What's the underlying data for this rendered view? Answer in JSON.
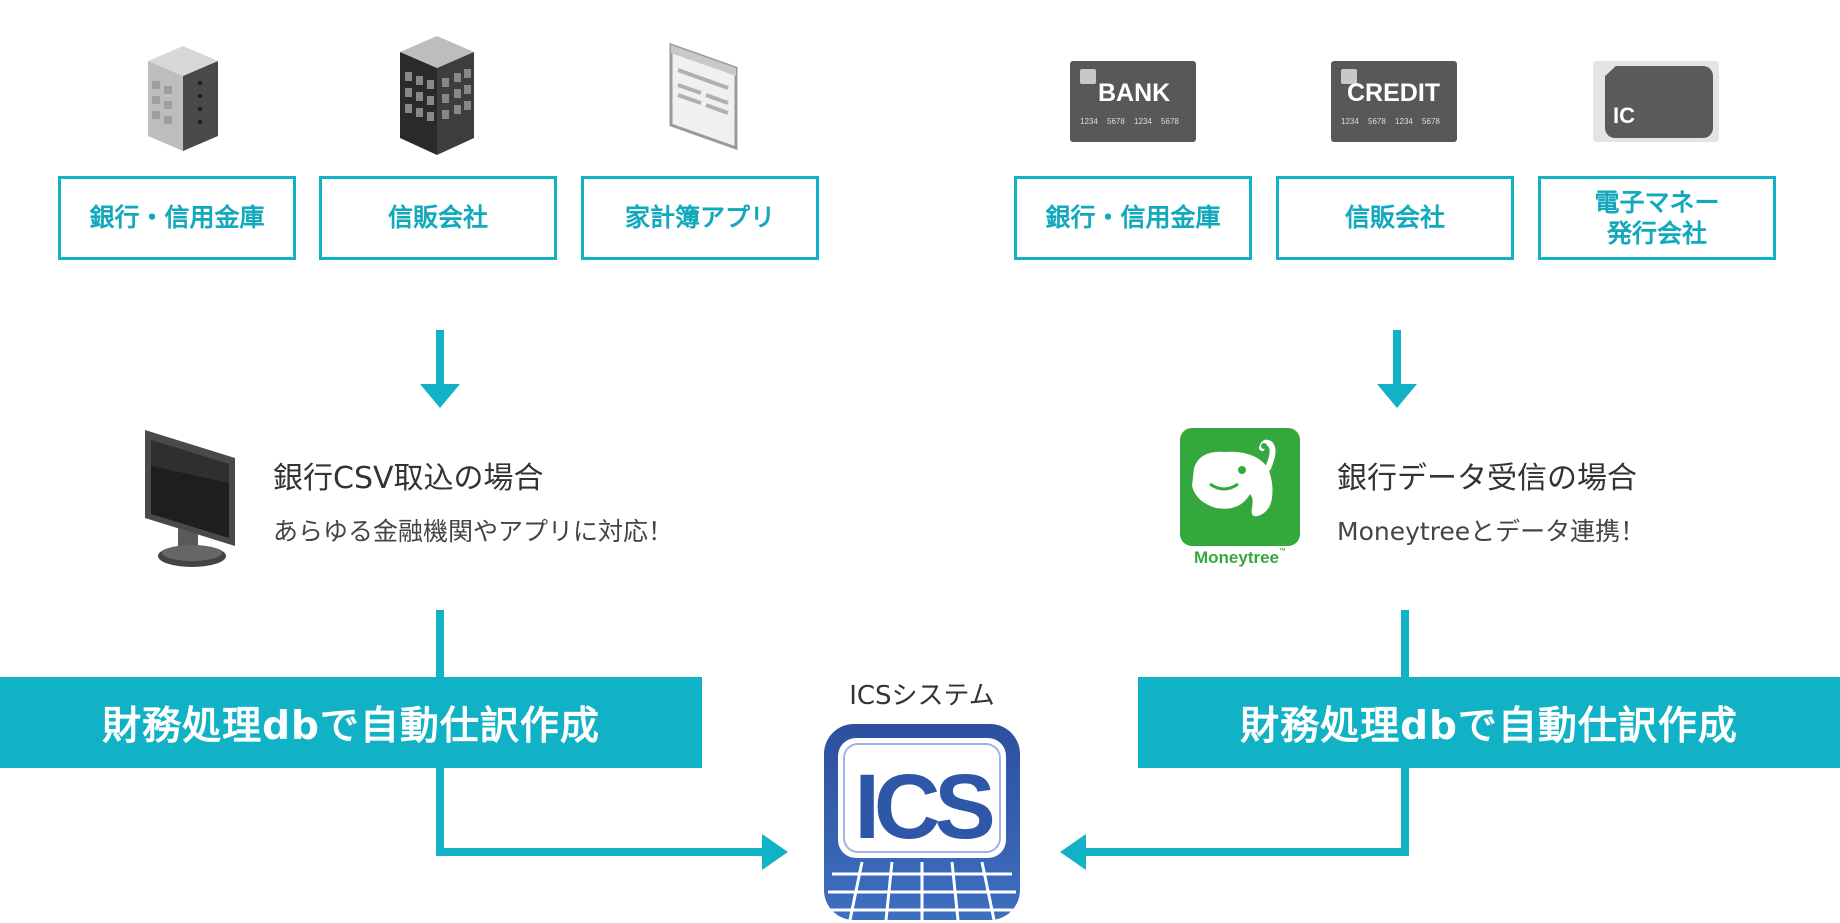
{
  "left": {
    "sources": [
      {
        "label": "銀行・信用金庫",
        "icon": "office-building-light-icon"
      },
      {
        "label": "信販会社",
        "icon": "office-building-dark-icon"
      },
      {
        "label": "家計簿アプリ",
        "icon": "web-page-icon"
      }
    ],
    "case_title": "銀行CSV取込の場合",
    "case_desc": "あらゆる金融機関やアプリに対応！",
    "band_text": "財務処理dbで自動仕訳作成"
  },
  "right": {
    "sources": [
      {
        "label": "銀行・信用金庫",
        "icon": "bank-card-icon",
        "card_text": "BANK",
        "card_number": "1234 5678 1234 5678"
      },
      {
        "label": "信販会社",
        "icon": "credit-card-icon",
        "card_text": "CREDIT",
        "card_number": "1234 5678 1234 5678"
      },
      {
        "label": "電子マネー\n発行会社",
        "icon": "ic-card-icon",
        "card_text": "IC"
      }
    ],
    "case_title": "銀行データ受信の場合",
    "case_desc": "Moneytreeとデータ連携！",
    "band_text": "財務処理dbで自動仕訳作成",
    "logo_text": "Moneytree",
    "logo_tm": "™"
  },
  "center": {
    "system_label": "ICSシステム",
    "logo_text": "ICS"
  },
  "colors": {
    "accent": "#12b2c6",
    "moneytree_green": "#35a83d",
    "ics_blue": "#2f57a8"
  }
}
